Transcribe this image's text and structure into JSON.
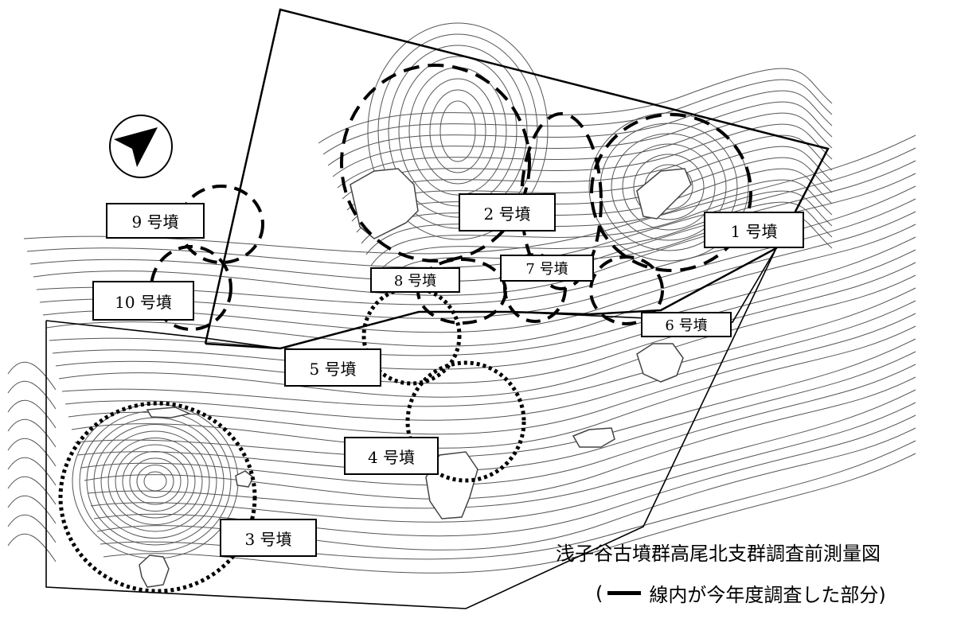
{
  "map": {
    "north_arrow_icon": "north-arrow-icon",
    "mounds": [
      {
        "id": "1",
        "label": "1 号墳",
        "outline": "dashed"
      },
      {
        "id": "2",
        "label": "2 号墳",
        "outline": "dashed"
      },
      {
        "id": "3",
        "label": "3 号墳",
        "outline": "dotted"
      },
      {
        "id": "4",
        "label": "4 号墳",
        "outline": "dotted"
      },
      {
        "id": "5",
        "label": "5 号墳",
        "outline": "dotted"
      },
      {
        "id": "6",
        "label": "6 号墳",
        "outline": "dashed"
      },
      {
        "id": "7",
        "label": "7 号墳",
        "outline": "dashed"
      },
      {
        "id": "8",
        "label": "8 号墳",
        "outline": "dotted"
      },
      {
        "id": "9",
        "label": "9 号墳",
        "outline": "dashed"
      },
      {
        "id": "10",
        "label": "10 号墳",
        "outline": "dashed"
      }
    ],
    "caption": {
      "title": "浅子谷古墳群高尾北支群調査前測量図",
      "legend_open": "(",
      "legend_text": "線内が今年度調査した部分)"
    },
    "colors": {
      "ink": "#000000",
      "contour": "#555555",
      "background": "#ffffff"
    }
  }
}
